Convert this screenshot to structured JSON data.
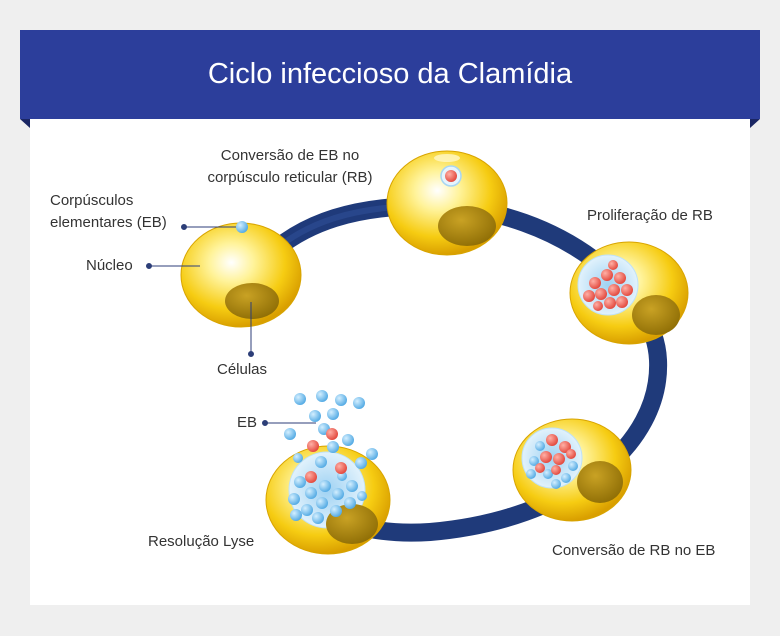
{
  "title": "Ciclo infeccioso da Clamídia",
  "labels": {
    "eb_to_rb": [
      "Conversão de EB no",
      "corpúsculo reticular (RB)"
    ],
    "elementary_bodies": [
      "Corpúsculos",
      "elementares (EB)"
    ],
    "nucleus": "Núcleo",
    "cells": "Células",
    "rb_proliferation": "Proliferação de RB",
    "eb": "EB",
    "rb_to_eb": "Conversão de RB no EB",
    "lysis": "Resolução Lyse"
  },
  "colors": {
    "banner": "#2c3e9b",
    "cycle_ring": "#1f3a7a",
    "cell_yellow": "#f5c800",
    "nucleus_olive": "#a8860a",
    "eb_blue": "#7fc8f0",
    "rb_red": "#ef5a4c"
  }
}
